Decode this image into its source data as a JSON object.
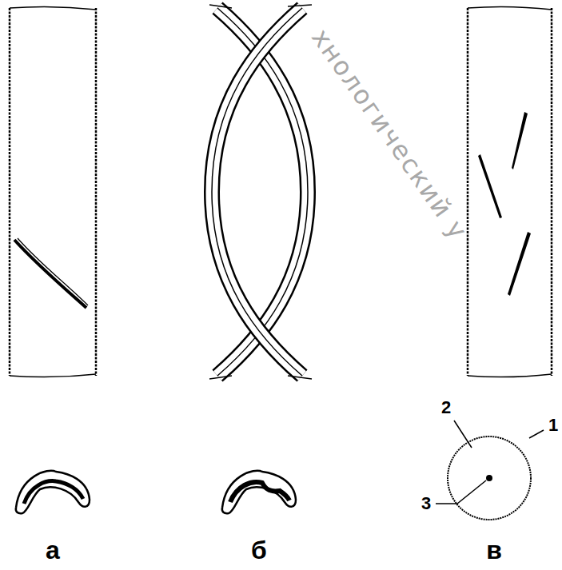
{
  "diagram": {
    "labels": [
      "а",
      "б",
      "в",
      "1",
      "2",
      "3",
      "хнологический у"
    ]
  }
}
